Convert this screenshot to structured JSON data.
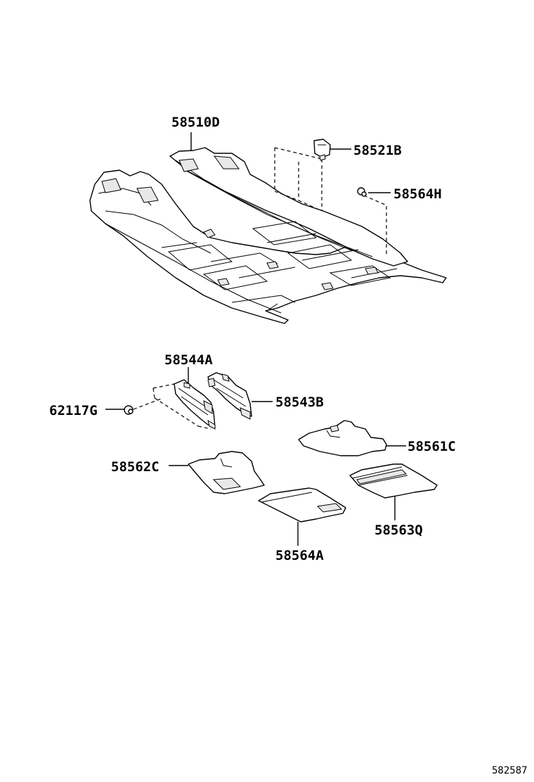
{
  "diagram": {
    "parts": [
      {
        "id": "58510D"
      },
      {
        "id": "58521B"
      },
      {
        "id": "58564H"
      },
      {
        "id": "58544A"
      },
      {
        "id": "58543B"
      },
      {
        "id": "62117G"
      },
      {
        "id": "58561C"
      },
      {
        "id": "58562C"
      },
      {
        "id": "58563Q"
      },
      {
        "id": "58564A"
      }
    ],
    "reference_code": "582587",
    "colors": {
      "line": "#000000",
      "background": "#ffffff"
    }
  }
}
